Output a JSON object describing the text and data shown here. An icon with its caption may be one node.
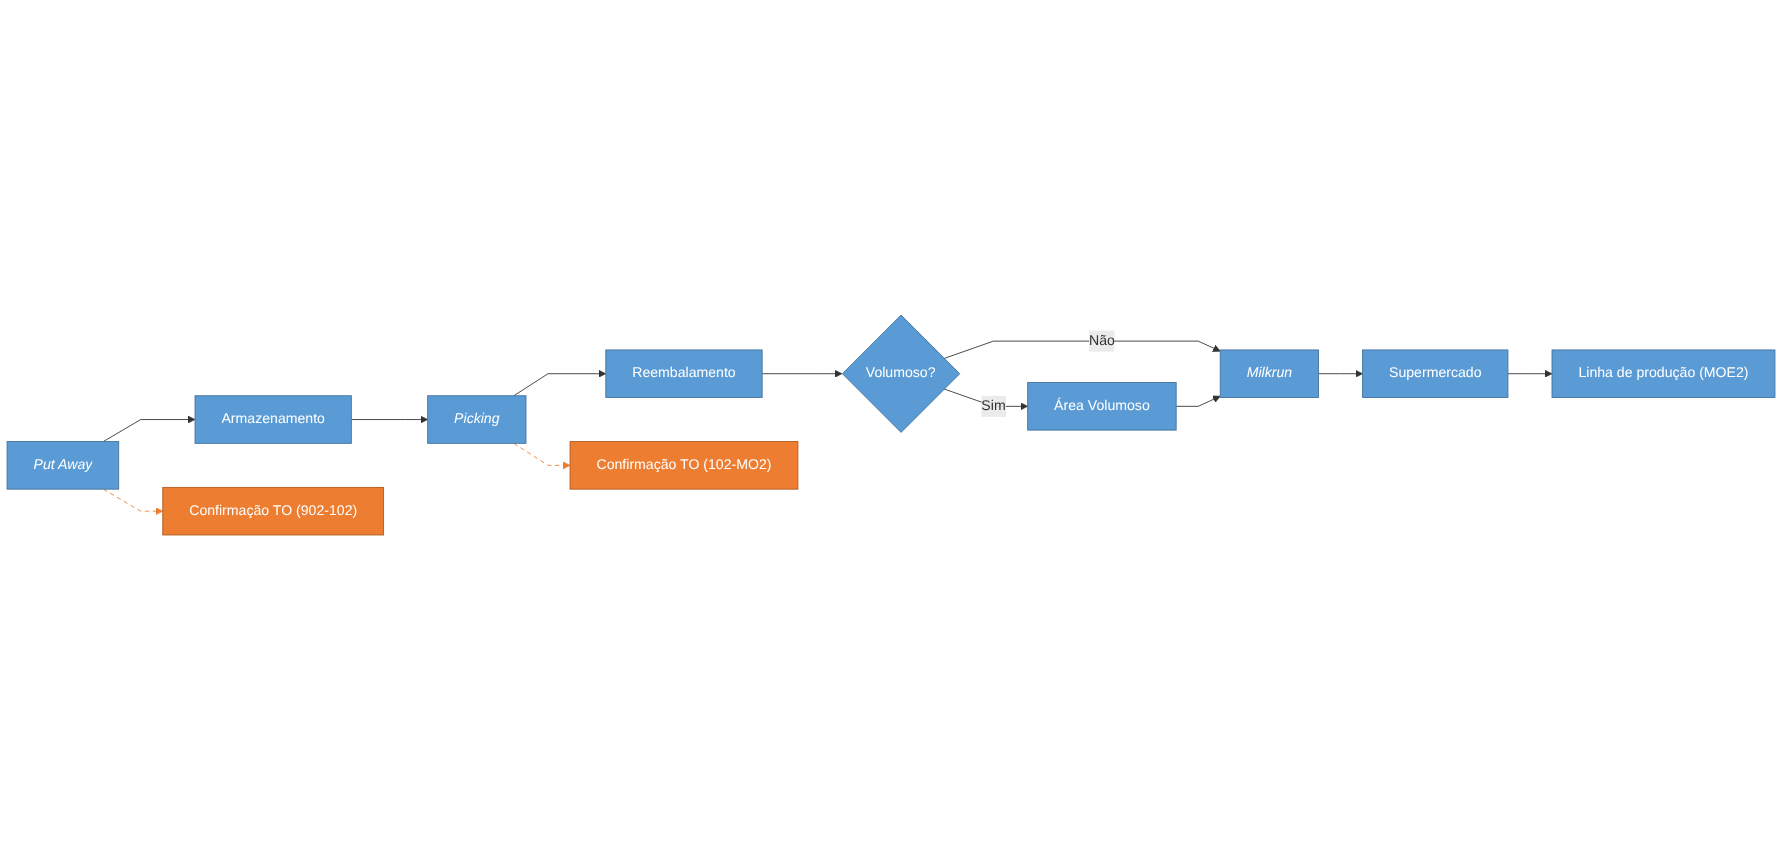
{
  "diagram": {
    "nodes": [
      {
        "text": [
          "Put Away"
        ]
      },
      {
        "text": [
          "Armazenamento"
        ]
      },
      {
        "text": [
          "Picking"
        ]
      },
      {
        "text": [
          "Reembalamento"
        ]
      },
      {
        "text": [
          "Confirmação TO (902-102)"
        ]
      },
      {
        "text": [
          "Confirmação TO (102-MO2)"
        ]
      },
      {
        "text": [
          "Volumoso?"
        ]
      },
      {
        "text": [
          "Área Volumoso"
        ]
      },
      {
        "text": [
          "Milkrun"
        ]
      },
      {
        "text": [
          "Supermercado"
        ]
      },
      {
        "text": [
          "Linha de produção (MOE2)"
        ]
      }
    ],
    "edges": [
      {
        "from": 0,
        "to": 1,
        "arrow": "to"
      },
      {
        "from": 1,
        "to": 2,
        "arrow": "to"
      },
      {
        "from": 2,
        "to": 3,
        "arrow": "to"
      },
      {
        "from": 0,
        "to": 4,
        "arrow": "to",
        "style": "dashed",
        "color": "#ed7d31"
      },
      {
        "from": 2,
        "to": 5,
        "arrow": "to",
        "style": "dashed",
        "color": "#ed7d31"
      },
      {
        "from": 3,
        "to": 6,
        "arrow": "to"
      },
      {
        "from": 6,
        "to": 7,
        "arrow": "to",
        "label": "Sim"
      },
      {
        "from": 6,
        "to": 8,
        "arrow": "to",
        "label": "Não"
      },
      {
        "from": 7,
        "to": 8,
        "arrow": "to"
      },
      {
        "from": 8,
        "to": 9,
        "arrow": "to"
      },
      {
        "from": 9,
        "to": 10,
        "arrow": "to"
      }
    ]
  }
}
